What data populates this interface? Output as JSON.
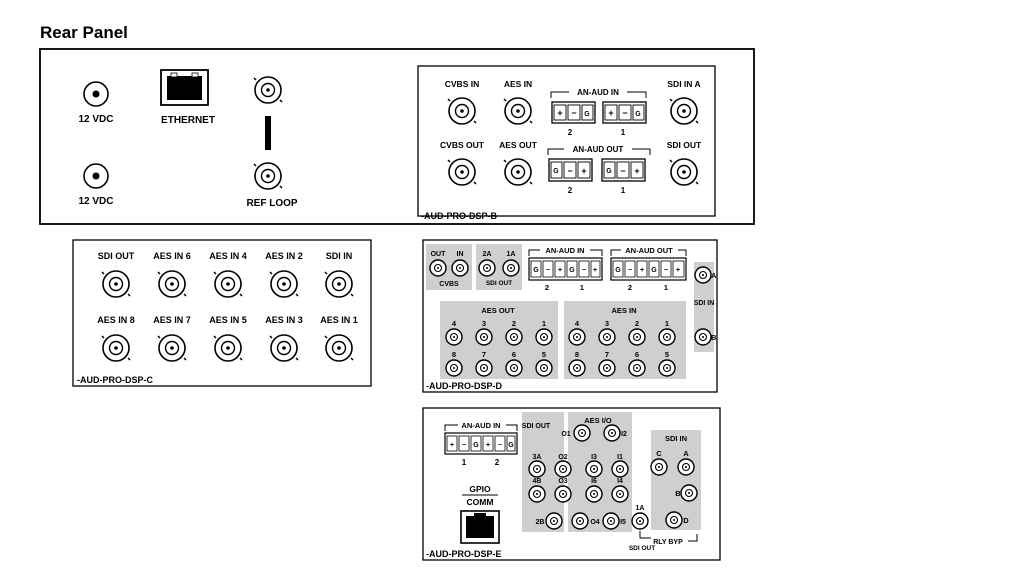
{
  "title": "Rear Panel",
  "main_panel": {
    "power_top": "12 VDC",
    "power_bottom": "12 VDC",
    "ethernet": "ETHERNET",
    "ref_loop": "REF LOOP"
  },
  "card_b": {
    "name": "-AUD-PRO-DSP-B",
    "cvbs_in": "CVBS IN",
    "aes_in": "AES IN",
    "an_aud_in": "AN-AUD IN",
    "sdi_in_a": "SDI IN A",
    "cvbs_out": "CVBS OUT",
    "aes_out": "AES OUT",
    "an_aud_out": "AN-AUD OUT",
    "sdi_out": "SDI OUT",
    "ch2": "2",
    "ch1": "1",
    "pins_in": [
      "+",
      "−",
      "G"
    ],
    "pins_out": [
      "G",
      "−",
      "+"
    ]
  },
  "card_c": {
    "name": "-AUD-PRO-DSP-C",
    "top_labels": [
      "SDI OUT",
      "AES IN 6",
      "AES IN 4",
      "AES IN 2",
      "SDI IN"
    ],
    "bottom_labels": [
      "AES IN 8",
      "AES IN 7",
      "AES IN 5",
      "AES IN 3",
      "AES IN 1"
    ]
  },
  "card_d": {
    "name": "-AUD-PRO-DSP-D",
    "out": "OUT",
    "in": "IN",
    "cvbs": "CVBS",
    "a2": "2A",
    "a1": "1A",
    "sdi_out": "SDI OUT",
    "an_aud_in": "AN-AUD IN",
    "an_aud_out": "AN-AUD OUT",
    "ch2": "2",
    "ch1": "1",
    "pins_in": [
      "G",
      "−",
      "+",
      "G",
      "−",
      "+"
    ],
    "pins_out": [
      "G",
      "−",
      "+",
      "G",
      "−",
      "+"
    ],
    "aes_out": "AES OUT",
    "aes_in": "AES IN",
    "nums_top": [
      "4",
      "3",
      "2",
      "1"
    ],
    "nums_bottom": [
      "8",
      "7",
      "6",
      "5"
    ],
    "sdi_in": "SDI IN",
    "sdi_a": "A",
    "sdi_b": "B"
  },
  "card_e": {
    "name": "-AUD-PRO-DSP-E",
    "an_aud_in": "AN-AUD IN",
    "pins": [
      "+",
      "−",
      "G",
      "+",
      "−",
      "G"
    ],
    "ch1": "1",
    "ch2": "2",
    "gpio": "GPIO",
    "comm": "COMM",
    "sdi_out": "SDI OUT",
    "a3": "3A",
    "b4": "4B",
    "b2": "2B",
    "aes_io": "AES I/O",
    "o1": "O1",
    "i2": "I2",
    "o2": "O2",
    "i3": "I3",
    "i1": "I1",
    "o3": "O3",
    "i6": "I6",
    "i4": "I4",
    "o4": "O4",
    "i5": "I5",
    "a1": "1A",
    "sdi_out2": "SDI OUT",
    "rly_byp": "RLY BYP",
    "sdi_in": "SDI IN",
    "c": "C",
    "a": "A",
    "b": "B",
    "d": "D"
  }
}
